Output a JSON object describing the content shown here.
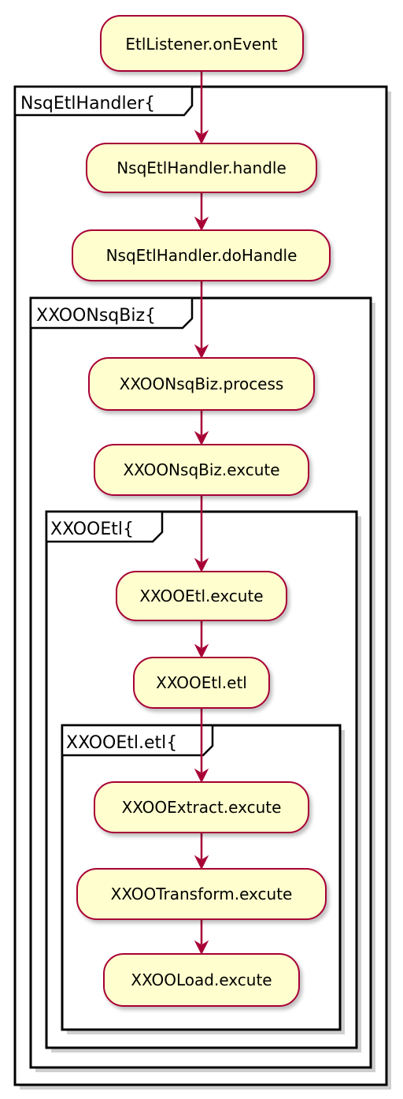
{
  "diagram": {
    "start_node": "EtlListener.onEvent",
    "groups": [
      {
        "label": "NsqEtlHandler{",
        "nodes": [
          "NsqEtlHandler.handle",
          "NsqEtlHandler.doHandle"
        ]
      },
      {
        "label": "XXOONsqBiz{",
        "nodes": [
          "XXOONsqBiz.process",
          "XXOONsqBiz.excute"
        ]
      },
      {
        "label": "XXOOEtl{",
        "nodes": [
          "XXOOEtl.excute",
          "XXOOEtl.etl"
        ]
      },
      {
        "label": "XXOOEtl.etl{",
        "nodes": [
          "XXOOExtract.excute",
          "XXOOTransform.excute",
          "XXOOLoad.excute"
        ]
      }
    ],
    "colors": {
      "node_fill": "#fefece",
      "node_border": "#a80036",
      "arrow": "#a80036",
      "group_border": "#000000"
    }
  }
}
